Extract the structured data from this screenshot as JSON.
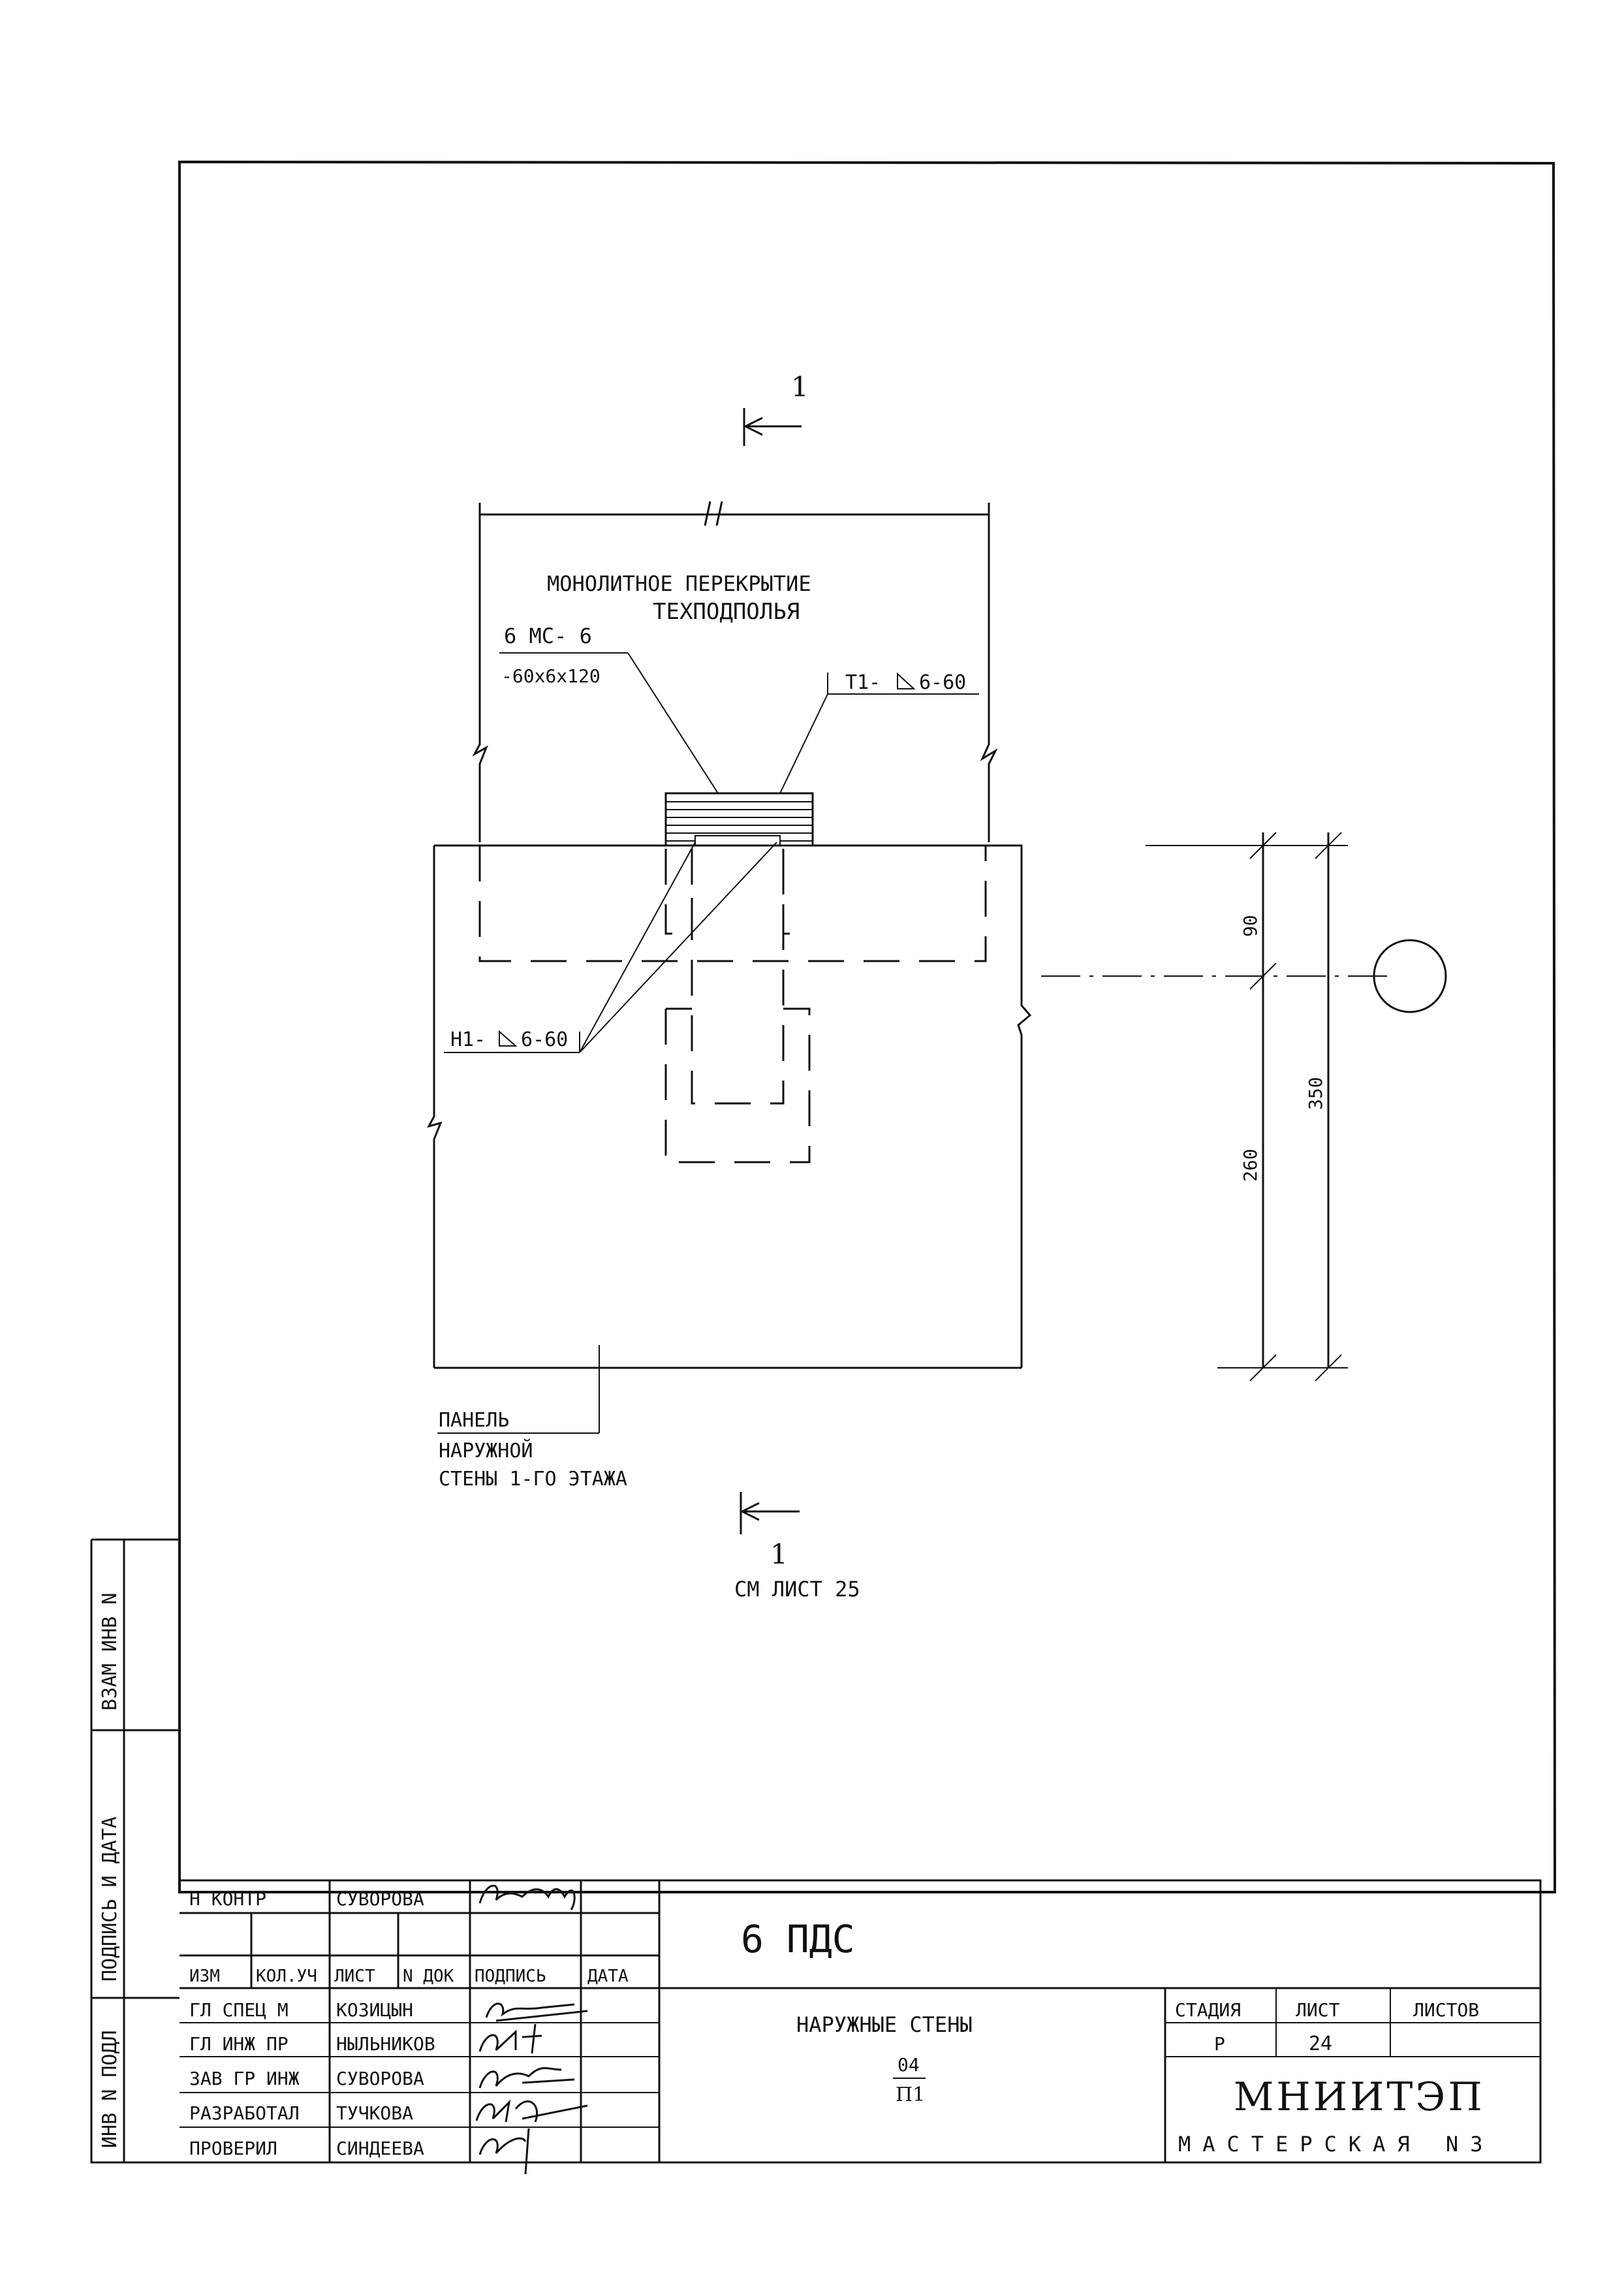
{
  "drawing": {
    "section_top": "1",
    "section_bottom": "1",
    "see_sheet": "СМ ЛИСТ 25",
    "break_mark": "//",
    "slab_label_line1": "МОНОЛИТНОЕ ПЕРЕКРЫТИЕ",
    "slab_label_line2": "ТЕХПОДПОЛЬЯ",
    "mc_label": "6 МС- 6",
    "mc_size": "-60x6x120",
    "weld_t1": "Т1-",
    "weld_t1_value": "6-60",
    "weld_h1": "Н1-",
    "weld_h1_value": "6-60",
    "panel_label_line1": "ПАНЕЛЬ",
    "panel_label_line2": "НАРУЖНОЙ",
    "panel_label_line3": "СТЕНЫ 1-ГО ЭТАЖА",
    "dim_90": "90",
    "dim_260": "260",
    "dim_350": "350"
  },
  "margin_stamps": {
    "vzam_inv": "ВЗАМ ИНВ N",
    "podpis_data": "ПОДПИСЬ И ДАТА",
    "inv_podl": "ИНВ N ПОДЛ"
  },
  "title_block": {
    "code": "6 ПДС",
    "title": "НАРУЖНЫЕ СТЕНЫ",
    "fraction_top": "04",
    "fraction_bottom": "П1",
    "roles": [
      {
        "role": "Н КОНТР",
        "name": "СУВОРОВА"
      },
      {
        "role": "ГЛ СПЕЦ М",
        "name": "КОЗИЦЫН"
      },
      {
        "role": "ГЛ ИНЖ ПР",
        "name": "НЫЛЬНИКОВ"
      },
      {
        "role": "ЗАВ ГР ИНЖ",
        "name": "СУВОРОВА"
      },
      {
        "role": "РАЗРАБОТАЛ",
        "name": "ТУЧКОВА"
      },
      {
        "role": "ПРОВЕРИЛ",
        "name": "СИНДЕЕВА"
      }
    ],
    "header_cols": [
      "ИЗМ",
      "КОЛ.УЧ",
      "ЛИСТ",
      "N ДОК",
      "ПОДПИСЬ",
      "ДАТА"
    ],
    "stage_label": "СТАДИЯ",
    "sheet_label": "ЛИСТ",
    "sheets_label": "ЛИСТОВ",
    "stage_value": "Р",
    "sheet_value": "24",
    "sheets_value": "",
    "org": "МНИИТЭП",
    "workshop": "МАСТЕРСКАЯ N3",
    "signatures": [
      "Сувор",
      "Козиц",
      "Нылн",
      "Сувор",
      "Тучк",
      "Синд"
    ]
  }
}
